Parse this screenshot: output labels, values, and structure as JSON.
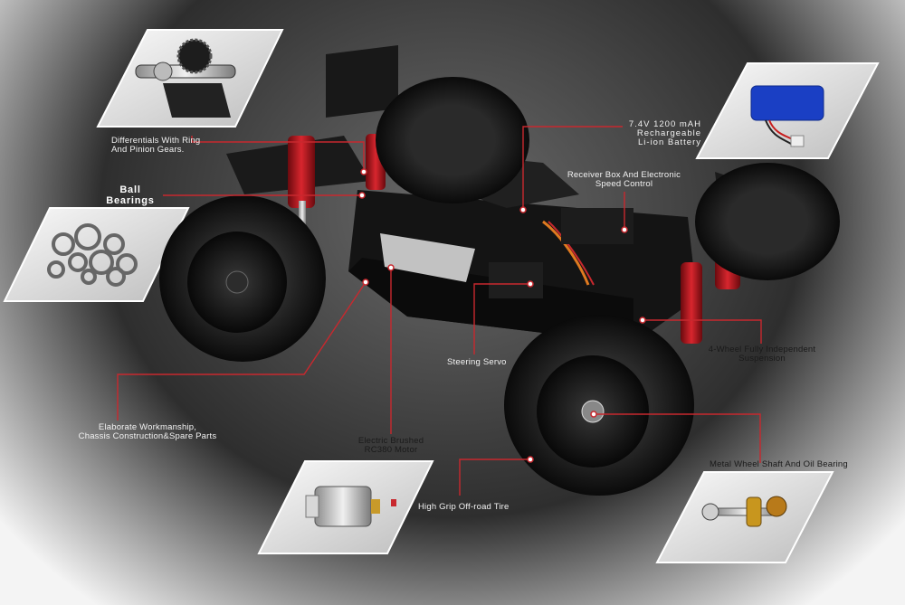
{
  "labels": {
    "differentials": [
      "Differentials With Ring",
      "And Pinion Gears."
    ],
    "ball_bearings": [
      "Ball",
      "Bearings"
    ],
    "battery": [
      "7.4V 1200 mAH",
      "Rechargeable",
      "Li-ion Battery"
    ],
    "receiver": [
      "Receiver Box And Electronic",
      "Speed Control"
    ],
    "steering_servo": "Steering Servo",
    "suspension": [
      "4-Wheel Fully Independent",
      "Suspension"
    ],
    "workmanship": [
      "Elaborate Workmanship,",
      "Chassis Construction&Spare Parts"
    ],
    "motor": [
      "Electric Brushed",
      "RC380 Motor"
    ],
    "tire": "High Grip Off-road Tire",
    "wheel_shaft": "Metal Wheel Shaft And Oil Bearing"
  },
  "colors": {
    "callout_line": "#c8282e",
    "chassis": "#151515",
    "shock_red": "#b01018",
    "accent_orange": "#e07a20"
  }
}
